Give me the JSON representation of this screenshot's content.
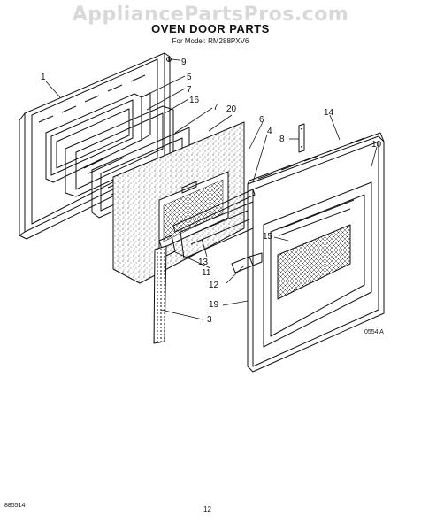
{
  "watermark": "AppliancePartsPros.com",
  "title": "OVEN DOOR PARTS",
  "subtitle": "For Model: RM288PXV6",
  "illustration_code": "0554 A",
  "doc_number": "885514",
  "page_number": "12",
  "callouts": [
    "1",
    "9",
    "5",
    "7",
    "16",
    "7",
    "20",
    "6",
    "4",
    "8",
    "14",
    "10",
    "15",
    "13",
    "11",
    "12",
    "19",
    "3"
  ]
}
